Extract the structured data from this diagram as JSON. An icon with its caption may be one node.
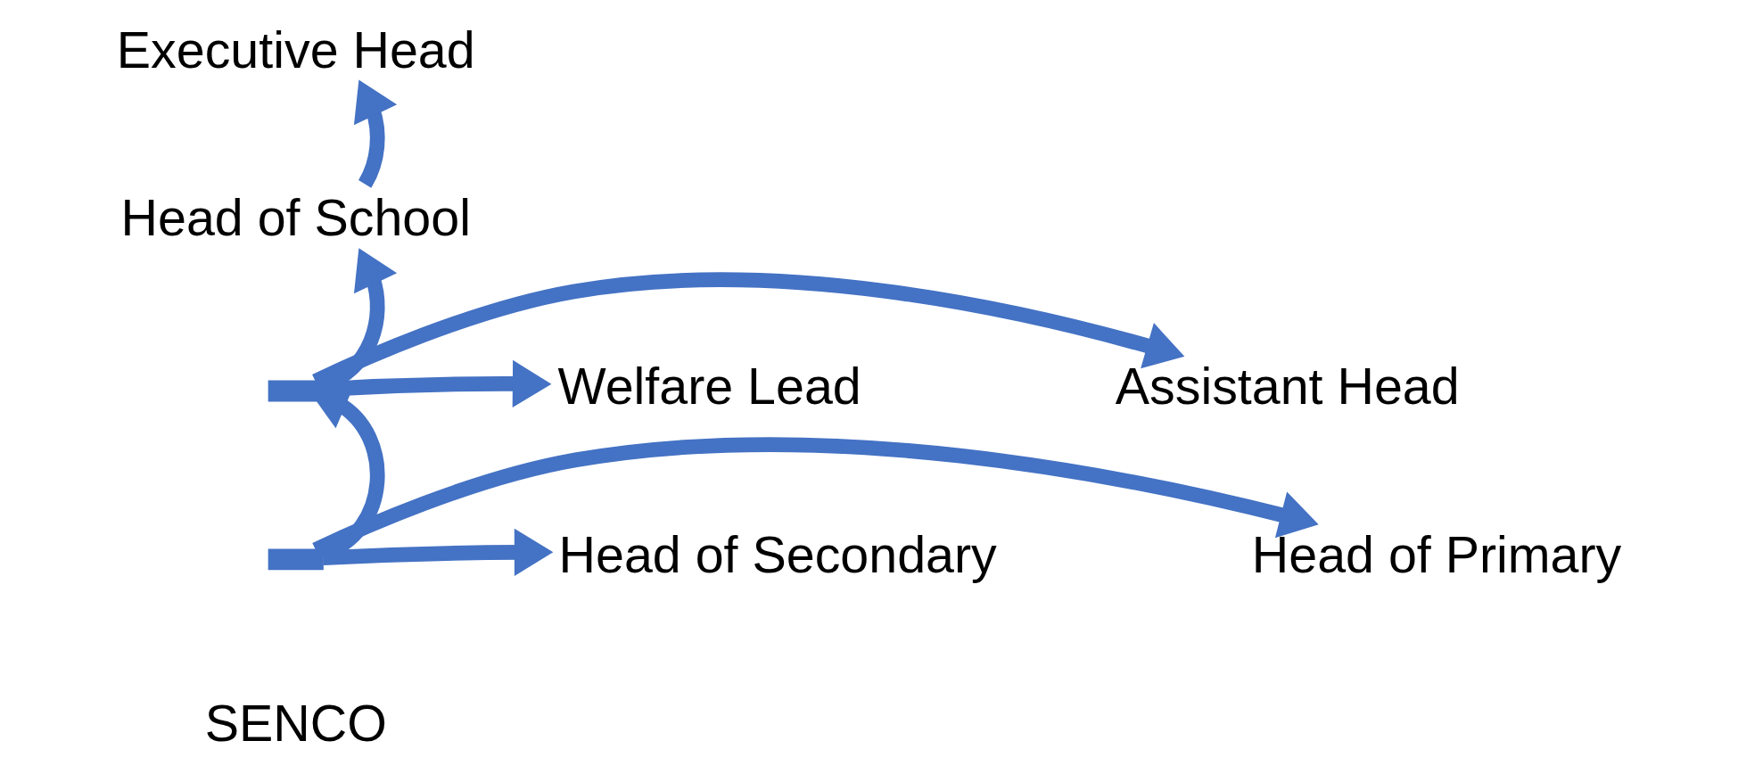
{
  "diagram": {
    "nodes": [
      {
        "text": [
          "Executive Head"
        ]
      },
      {
        "text": [
          "Head of School"
        ]
      },
      {
        "text": [],
        "shape": "bar"
      },
      {
        "text": [
          "Assistant Head"
        ]
      },
      {
        "text": [
          "Welfare Lead"
        ]
      },
      {
        "text": [],
        "shape": "bar"
      },
      {
        "text": [
          "Head of Primary"
        ]
      },
      {
        "text": [
          "SENCO"
        ]
      },
      {
        "text": [
          "Head of Secondary"
        ]
      }
    ],
    "edges": [
      {
        "from": 1,
        "to": 0,
        "arrow": "to"
      },
      {
        "from": 2,
        "to": 1,
        "arrow": "to"
      },
      {
        "from": 2,
        "to": 3,
        "arrow": "to"
      },
      {
        "from": 2,
        "to": 4,
        "arrow": "to"
      },
      {
        "from": 5,
        "to": 2,
        "arrow": "to"
      },
      {
        "from": 5,
        "to": 6,
        "arrow": "to"
      },
      {
        "from": 5,
        "to": 8,
        "arrow": "to"
      }
    ]
  }
}
